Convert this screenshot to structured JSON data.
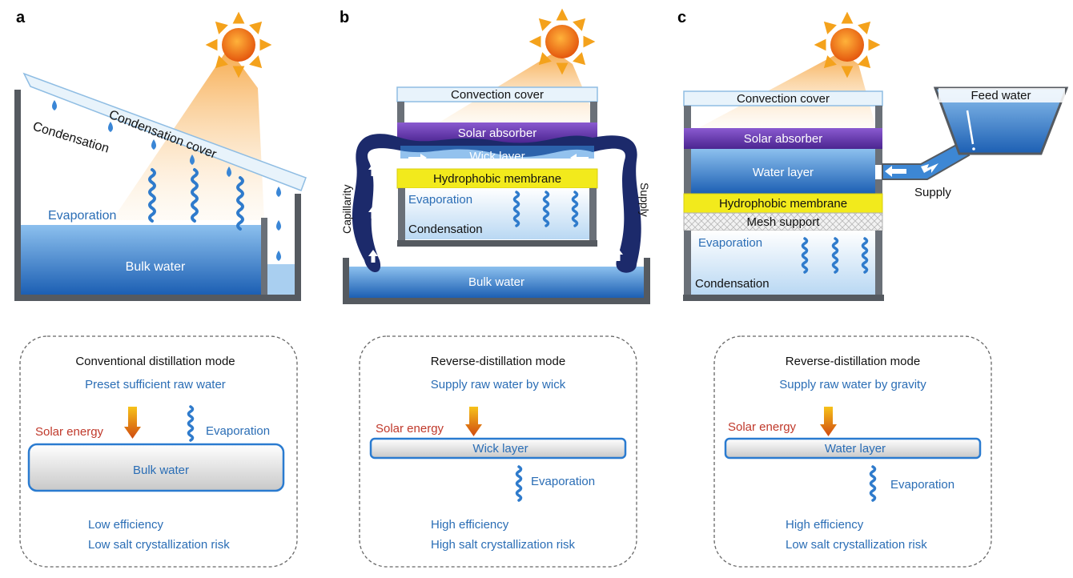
{
  "panels": {
    "a": {
      "letter": "a",
      "cover": "Condensation cover",
      "condensation": "Condensation",
      "evaporation": "Evaporation",
      "bulk": "Bulk water",
      "mode": {
        "title": "Conventional distillation mode",
        "subtitle": "Preset sufficient raw water",
        "solar": "Solar energy",
        "evap": "Evaporation",
        "layer": "Bulk water",
        "line1": "Low efficiency",
        "line2": "Low salt crystallization risk"
      }
    },
    "b": {
      "letter": "b",
      "cover": "Convection cover",
      "absorber": "Solar absorber",
      "wick": "Wick layer",
      "membrane": "Hydrophobic membrane",
      "evaporation": "Evaporation",
      "condensation": "Condensation",
      "capillarity": "Capillarity",
      "supply": "Supply",
      "bulk": "Bulk water",
      "mode": {
        "title": "Reverse-distillation mode",
        "subtitle": "Supply raw water by wick",
        "solar": "Solar energy",
        "layer": "Wick layer",
        "evap": "Evaporation",
        "line1": "High efficiency",
        "line2": "High salt crystallization risk"
      }
    },
    "c": {
      "letter": "c",
      "cover": "Convection cover",
      "absorber": "Solar absorber",
      "water": "Water layer",
      "membrane": "Hydrophobic membrane",
      "mesh": "Mesh support",
      "evaporation": "Evaporation",
      "condensation": "Condensation",
      "feed": "Feed water",
      "supply": "Supply",
      "mode": {
        "title": "Reverse-distillation mode",
        "subtitle": "Supply raw water by gravity",
        "solar": "Solar energy",
        "layer": "Water layer",
        "evap": "Evaporation",
        "line1": "High efficiency",
        "line2": "Low salt crystallization risk"
      }
    }
  },
  "colors": {
    "blue_text": "#2a6db5",
    "red_text": "#c0392b",
    "frame": "#555a60",
    "water_top": "#7fb6e8",
    "water_bottom": "#1e63b8",
    "absorber": "#6a3aa8",
    "membrane": "#f2ea1c",
    "wick": "#1c2a6b"
  }
}
